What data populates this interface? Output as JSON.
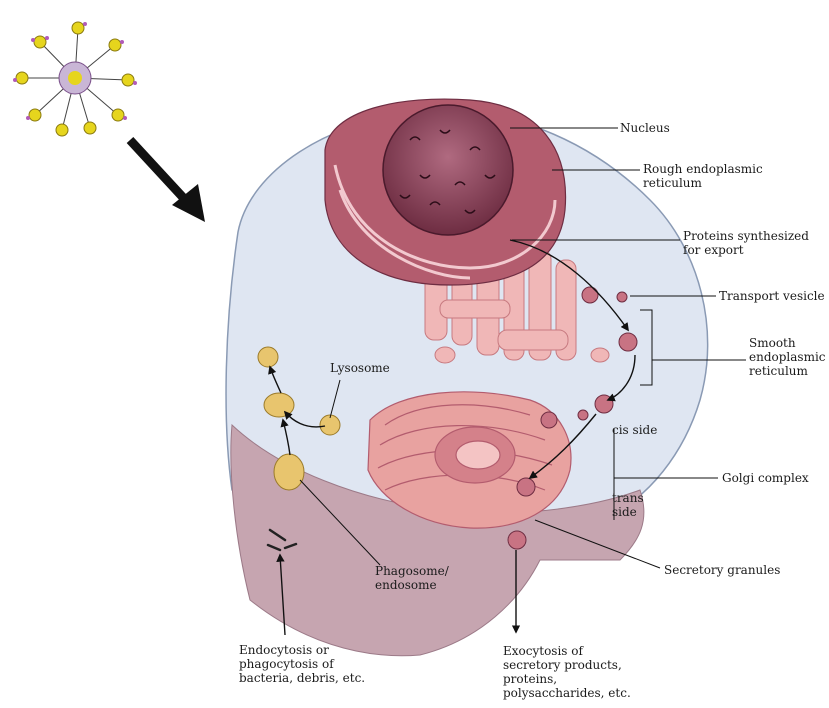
{
  "labels": {
    "nucleus": "Nucleus",
    "rough_er": "Rough endoplasmic\nreticulum",
    "proteins_synth": "Proteins synthesized\nfor export",
    "transport_vesicle": "Transport vesicle",
    "smooth_er": "Smooth\nendoplasmic\nreticulum",
    "lysosome": "Lysosome",
    "cis_side": "cis side",
    "golgi": "Golgi complex",
    "trans_side": "trans\nside",
    "phagosome": "Phagosome/\nendosome",
    "secretory_granules": "Secretory granules",
    "endocytosis": "Endocytosis or\nphagocytosis of\nbacteria, debris, etc.",
    "exocytosis": "Exocytosis of\nsecretory products,\nproteins,\npolysaccharides, etc."
  },
  "colors": {
    "cytoplasm": "#dfe6f2",
    "membrane": "#c6a5b0",
    "nucleus": "#8a3f55",
    "rough_er": "#b35c6e",
    "smooth_er": "#f0b7b7",
    "golgi": "#e8a2a0",
    "lysosome": "#e8c56e",
    "nanoparticle_core": "#e6d51d",
    "arrow": "#111111"
  }
}
